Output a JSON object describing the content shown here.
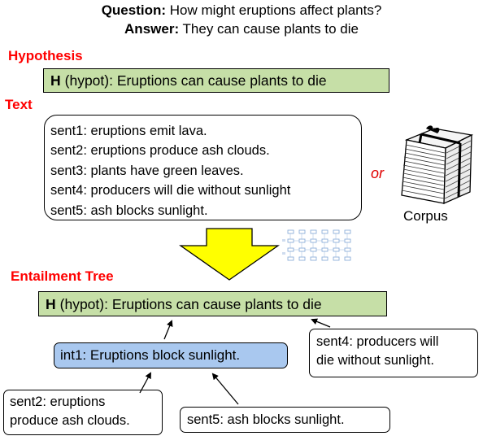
{
  "header": {
    "question_label": "Question:",
    "question_text": "How might eruptions affect plants?",
    "answer_label": "Answer:",
    "answer_text": "They can cause plants to die"
  },
  "sections": {
    "hypothesis": "Hypothesis",
    "text": "Text",
    "entailment_tree": "Entailment Tree"
  },
  "hypothesis": {
    "label": "H",
    "text": "(hypot): Eruptions can cause plants to die"
  },
  "text_sentences": [
    "sent1: eruptions emit lava.",
    "sent2: eruptions produce ash clouds.",
    "sent3: plants have green leaves.",
    "sent4: producers will die without sunlight",
    "sent5: ash blocks sunlight."
  ],
  "alternative": {
    "or_word": "or",
    "corpus_label": "Corpus"
  },
  "tree": {
    "root": {
      "label": "H",
      "text": "(hypot): Eruptions can cause plants to die"
    },
    "int1": "int1: Eruptions block sunlight.",
    "sent4_lines": [
      "sent4: producers will",
      "die without sunlight."
    ],
    "sent2_lines": [
      "sent2: eruptions",
      "produce ash clouds."
    ],
    "sent5": "sent5: ash blocks sunlight."
  },
  "colors": {
    "heading_red": "#ff0000",
    "hypothesis_green": "#c6dfa7",
    "intermediate_blue": "#a9c8ef",
    "arrow_yellow": "#ffff00"
  }
}
